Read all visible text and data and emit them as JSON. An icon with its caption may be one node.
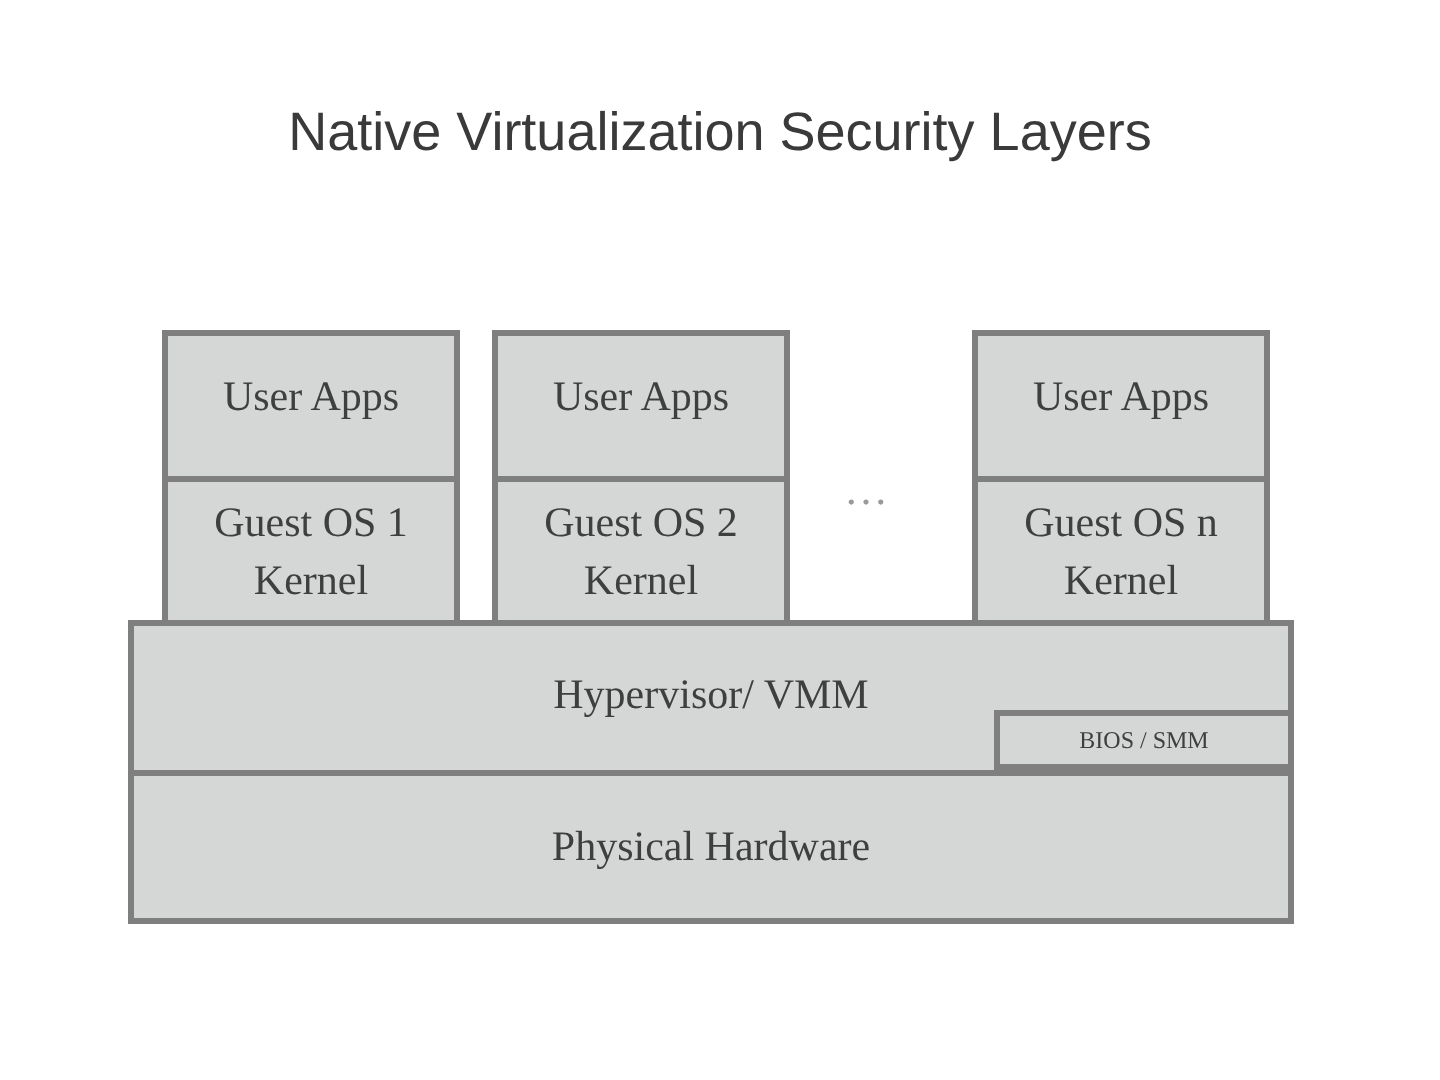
{
  "diagram": {
    "title": "Native Virtualization Security Layers",
    "nodes": [
      {
        "text": [
          "User Apps"
        ]
      },
      {
        "text": [
          "User Apps"
        ]
      },
      {
        "text": [
          "User Apps"
        ]
      },
      {
        "text": [
          "Guest OS 1 Kernel"
        ]
      },
      {
        "text": [
          "Guest OS 2 Kernel"
        ]
      },
      {
        "text": [
          "Guest OS n Kernel"
        ]
      },
      {
        "text": [
          "Hypervisor/ VMM"
        ]
      },
      {
        "text": [
          "BIOS / SMM"
        ],
        "in": 6
      },
      {
        "text": [
          "Physical Hardware"
        ]
      }
    ],
    "labels": [
      "…"
    ]
  }
}
